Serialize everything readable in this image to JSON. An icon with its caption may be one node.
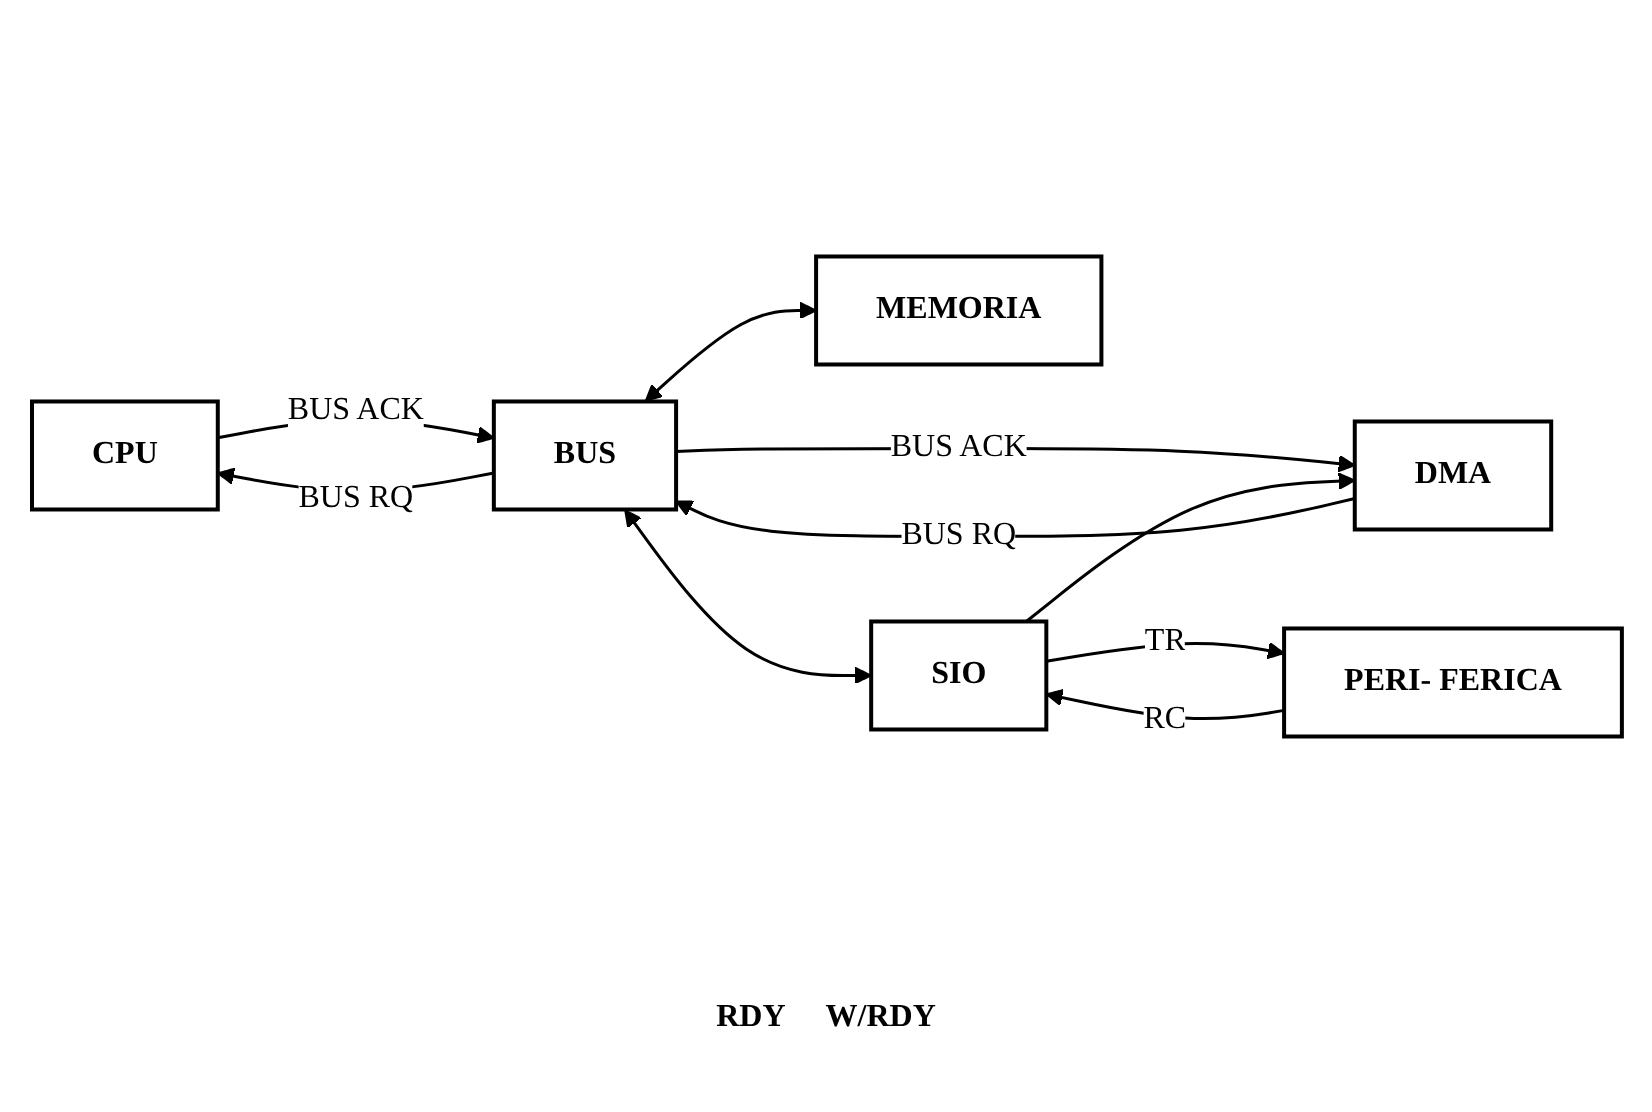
{
  "diagram": {
    "nodes": [
      {
        "text": [
          "CPU"
        ]
      },
      {
        "text": [
          "BUS"
        ]
      },
      {
        "text": [
          "MEMORIA"
        ]
      },
      {
        "text": [
          "DMA"
        ]
      },
      {
        "text": [
          "SIO"
        ]
      },
      {
        "text": [
          "PERI- FERICA"
        ]
      }
    ],
    "edges": [
      {
        "from": 1,
        "to": 2,
        "arrow": "both"
      },
      {
        "from": 0,
        "to": 1,
        "arrow": "to",
        "label": "BUS ACK"
      },
      {
        "from": 1,
        "to": 0,
        "arrow": "to",
        "label": "BUS RQ"
      },
      {
        "from": 1,
        "to": 3,
        "arrow": "to",
        "label": "BUS ACK"
      },
      {
        "from": 3,
        "to": 1,
        "arrow": "to",
        "label": "BUS RQ"
      },
      {
        "from": 4,
        "to": 3,
        "arrow": "to"
      },
      {
        "from": 1,
        "to": 4,
        "arrow": "both"
      },
      {
        "from": 4,
        "to": 5,
        "arrow": "to",
        "label": "TR"
      },
      {
        "from": 5,
        "to": 4,
        "arrow": "to",
        "label": "RC"
      }
    ],
    "labels": [
      "RDY",
      "W/RDY"
    ]
  }
}
